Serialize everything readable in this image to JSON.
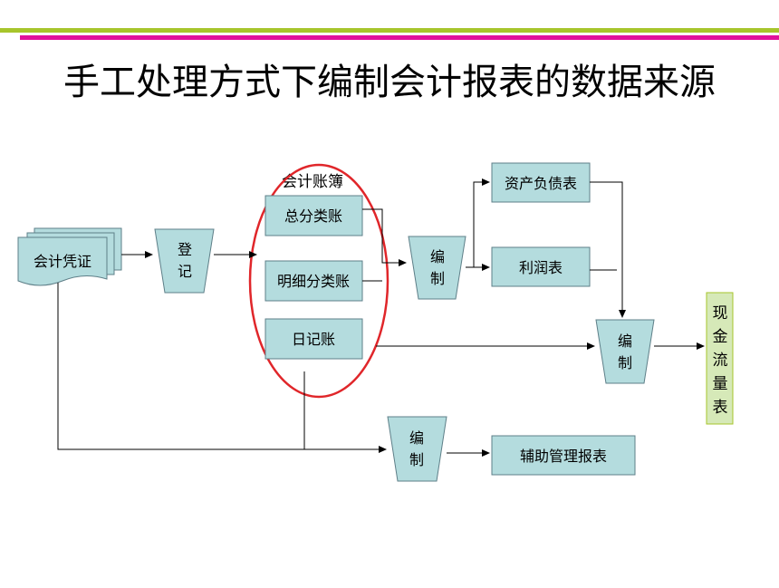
{
  "title": "手工处理方式下编制会计报表的数据来源",
  "nodes": {
    "voucher": "会计凭证",
    "register": [
      "登",
      "记"
    ],
    "ledger_group": "会计账簿",
    "general_ledger": "总分类账",
    "sub_ledger": "明细分类账",
    "journal": "日记账",
    "compile_1": [
      "编",
      "制"
    ],
    "compile_2": [
      "编",
      "制"
    ],
    "compile_3": [
      "编",
      "制"
    ],
    "balance_sheet": "资产负债表",
    "income_statement": "利润表",
    "cash_flow": [
      "现",
      "金",
      "流",
      "量",
      "表"
    ],
    "aux_report": "辅助管理报表"
  },
  "colors": {
    "box_fill": "#b4dcde",
    "box_stroke": "#5e7f88",
    "cash_fill": "#d6e9b8",
    "ellipse": "#e0262a",
    "bar_green": "#a7c52b",
    "bar_magenta": "#e0119c"
  }
}
